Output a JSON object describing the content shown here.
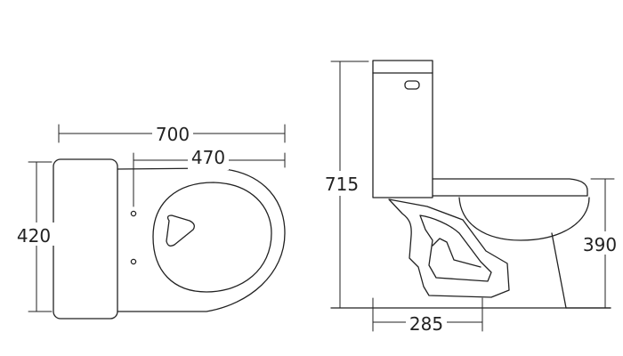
{
  "dimensions": {
    "top_overall_length": "700",
    "top_seat_length": "470",
    "top_width": "420",
    "side_height": "715",
    "side_rim_height": "390",
    "side_rough_in": "285"
  },
  "colors": {
    "line": "#222222",
    "background": "#ffffff"
  }
}
